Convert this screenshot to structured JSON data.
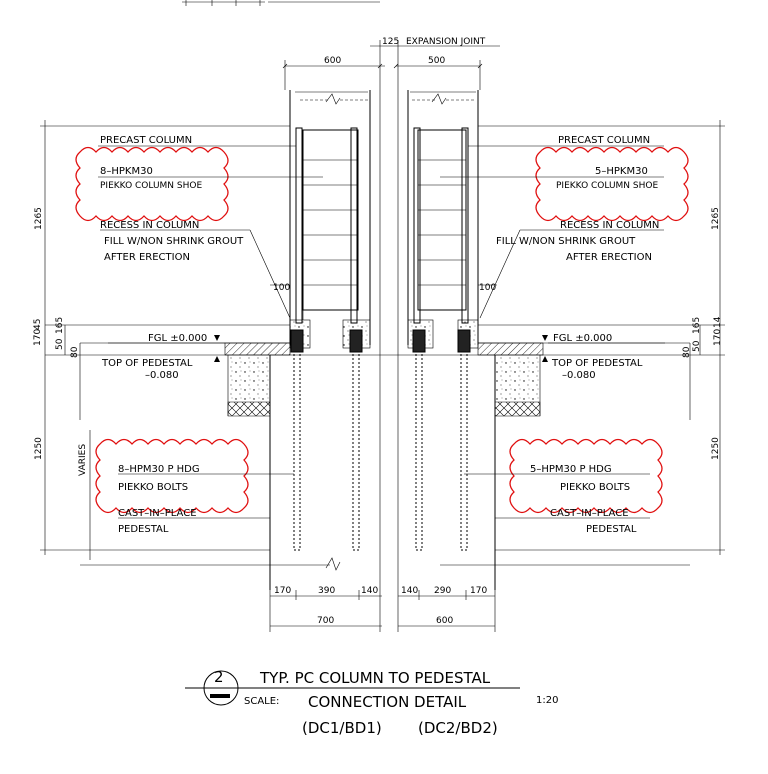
{
  "drawing": {
    "expansion_joint": {
      "dim": "125",
      "label": "EXPANSION JOINT"
    },
    "left": {
      "top_dim": "600",
      "precast": "PRECAST COLUMN",
      "shoe_qty": "8–HPKM30",
      "shoe_name": "PIEKKO COLUMN SHOE",
      "recess1": "RECESS IN COLUMN",
      "recess2": "FILL W/NON SHRINK GROUT",
      "recess3": "AFTER ERECTION",
      "gap_dim": "100",
      "fgl": "FGL ±0.000",
      "top_ped1": "TOP OF PEDESTAL",
      "top_ped2": "–0.080",
      "bolt_qty": "8–HPM30 P HDG",
      "bolt_name": "PIEKKO BOLTS",
      "cast1": "CAST–IN–PLACE",
      "cast2": "PEDESTAL",
      "h_upper": "1265",
      "h_lower": "1250",
      "varies": "VARIES",
      "d170": "170",
      "d45": "45",
      "d50": "50",
      "d165": "165",
      "d80": "80",
      "b1": "170",
      "b2": "390",
      "b3": "140",
      "b_total": "700"
    },
    "right": {
      "top_dim": "500",
      "precast": "PRECAST COLUMN",
      "shoe_qty": "5–HPKM30",
      "shoe_name": "PIEKKO COLUMN SHOE",
      "recess1": "RECESS IN COLUMN",
      "recess2": "FILL W/NON SHRINK GROUT",
      "recess3": "AFTER ERECTION",
      "gap_dim": "100",
      "fgl": "FGL ±0.000",
      "top_ped1": "TOP OF PEDESTAL",
      "top_ped2": "–0.080",
      "bolt_qty": "5–HPM30 P HDG",
      "bolt_name": "PIEKKO BOLTS",
      "cast1": "CAST–IN–PLACE",
      "cast2": "PEDESTAL",
      "h_upper": "1265",
      "h_lower": "1250",
      "d170": "170",
      "d14": "14",
      "d50": "50",
      "d165": "165",
      "d80": "80",
      "b1": "140",
      "b2": "290",
      "b3": "170",
      "b_total": "600"
    }
  },
  "title_block": {
    "number": "2",
    "line1": "TYP. PC COLUMN TO PEDESTAL",
    "line2": "CONNECTION DETAIL",
    "scale_label": "SCALE:",
    "scale": "1:20",
    "line3": "(DC1/BD1)",
    "line4": "(DC2/BD2)"
  }
}
